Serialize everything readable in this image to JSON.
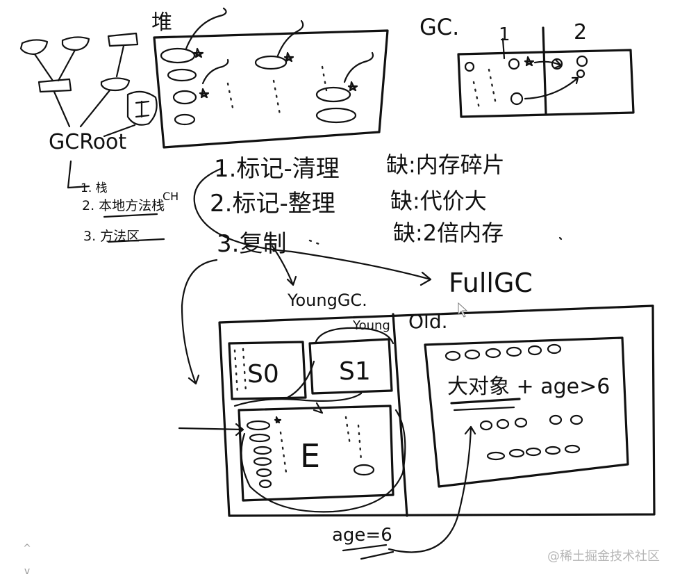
{
  "heap": {
    "title": "堆"
  },
  "gc_roots": {
    "label": "GCRoot",
    "items": [
      "1. 栈",
      "2. 本地方法栈",
      "3. 方法区"
    ],
    "small_label": "CH"
  },
  "algorithms": {
    "items": [
      "1.标记-清理",
      "2.标记-整理",
      "3.复制"
    ],
    "drawbacks": [
      "缺:内存碎片",
      "缺:代价大",
      "缺:2倍内存"
    ]
  },
  "gc_table": {
    "title": "GC.",
    "col1": "1",
    "col2": "2"
  },
  "young_gc": {
    "label": "YoungGC."
  },
  "full_gc": {
    "label": "FullGC"
  },
  "generations": {
    "young_label": "Young",
    "old_label": "Old.",
    "s0": "S0",
    "s1": "S1",
    "eden": "E",
    "old_rule": "大对象 + age>6",
    "age_rule": "age=6"
  },
  "watermark": "@稀土掘金技术社区",
  "ui": {
    "scroll_up_icon": "chevron-up-icon",
    "scroll_down_icon": "chevron-down-icon",
    "scroll_up_glyph": "^",
    "scroll_down_glyph": "v"
  }
}
